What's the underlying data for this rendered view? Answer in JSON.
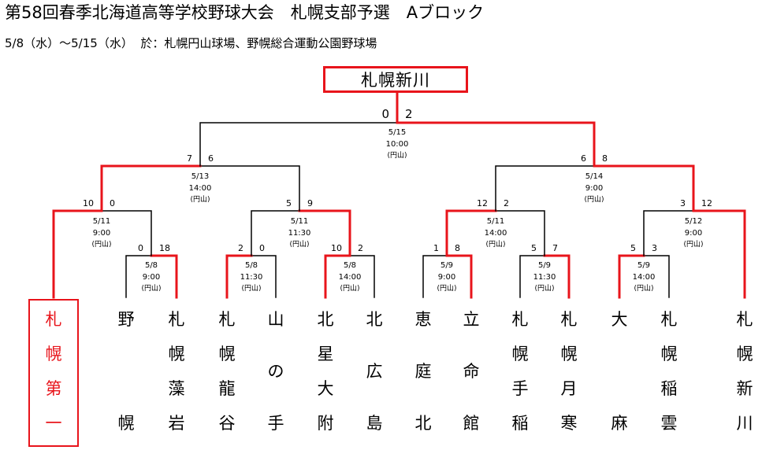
{
  "header": {
    "title": "第58回春季北海道高等学校野球大会　札幌支部予選　Aブロック",
    "subtitle": "5/8（水）～5/15（水）  於：札幌円山球場、野幌総合運動公園野球場"
  },
  "champion": "札幌新川",
  "colors": {
    "win": "#e8141b",
    "lose": "#000000"
  },
  "teams": [
    {
      "name": "札幌第一",
      "winner": true
    },
    {
      "name": "野幌"
    },
    {
      "name": "札幌藻岩"
    },
    {
      "name": "札幌龍谷"
    },
    {
      "name": "山の手"
    },
    {
      "name": "北星大附"
    },
    {
      "name": "北広島"
    },
    {
      "name": "恵庭北"
    },
    {
      "name": "立命館"
    },
    {
      "name": "札幌手稲"
    },
    {
      "name": "札幌月寒"
    },
    {
      "name": "大麻"
    },
    {
      "name": "札幌稲雲"
    },
    {
      "name": "札幌新川"
    }
  ],
  "games": [
    {
      "id": "g1",
      "date": "5/8",
      "time": "9:00",
      "venue": "(円山)",
      "left_score": "0",
      "right_score": "18"
    },
    {
      "id": "g2",
      "date": "5/8",
      "time": "11:30",
      "venue": "(円山)",
      "left_score": "2",
      "right_score": "0"
    },
    {
      "id": "g3",
      "date": "5/8",
      "time": "14:00",
      "venue": "(円山)",
      "left_score": "10",
      "right_score": "2"
    },
    {
      "id": "g4",
      "date": "5/9",
      "time": "9:00",
      "venue": "(円山)",
      "left_score": "1",
      "right_score": "8"
    },
    {
      "id": "g5",
      "date": "5/9",
      "time": "11:30",
      "venue": "(円山)",
      "left_score": "5",
      "right_score": "7"
    },
    {
      "id": "g6",
      "date": "5/9",
      "time": "14:00",
      "venue": "(円山)",
      "left_score": "5",
      "right_score": "3"
    },
    {
      "id": "r2a",
      "date": "5/11",
      "time": "9:00",
      "venue": "(円山)",
      "left_score": "10",
      "right_score": "0"
    },
    {
      "id": "r2b",
      "date": "5/11",
      "time": "11:30",
      "venue": "(円山)",
      "left_score": "5",
      "right_score": "9"
    },
    {
      "id": "r2c",
      "date": "5/11",
      "time": "14:00",
      "venue": "(円山)",
      "left_score": "12",
      "right_score": "2"
    },
    {
      "id": "r2d",
      "date": "5/12",
      "time": "9:00",
      "venue": "(円山)",
      "left_score": "3",
      "right_score": "12"
    },
    {
      "id": "sf1",
      "date": "5/13",
      "time": "14:00",
      "venue": "(円山)",
      "left_score": "7",
      "right_score": "6"
    },
    {
      "id": "sf2",
      "date": "5/14",
      "time": "9:00",
      "venue": "(円山)",
      "left_score": "6",
      "right_score": "8"
    },
    {
      "id": "final",
      "date": "5/15",
      "time": "10:00",
      "venue": "(円山)",
      "left_score": "0",
      "right_score": "2"
    }
  ]
}
